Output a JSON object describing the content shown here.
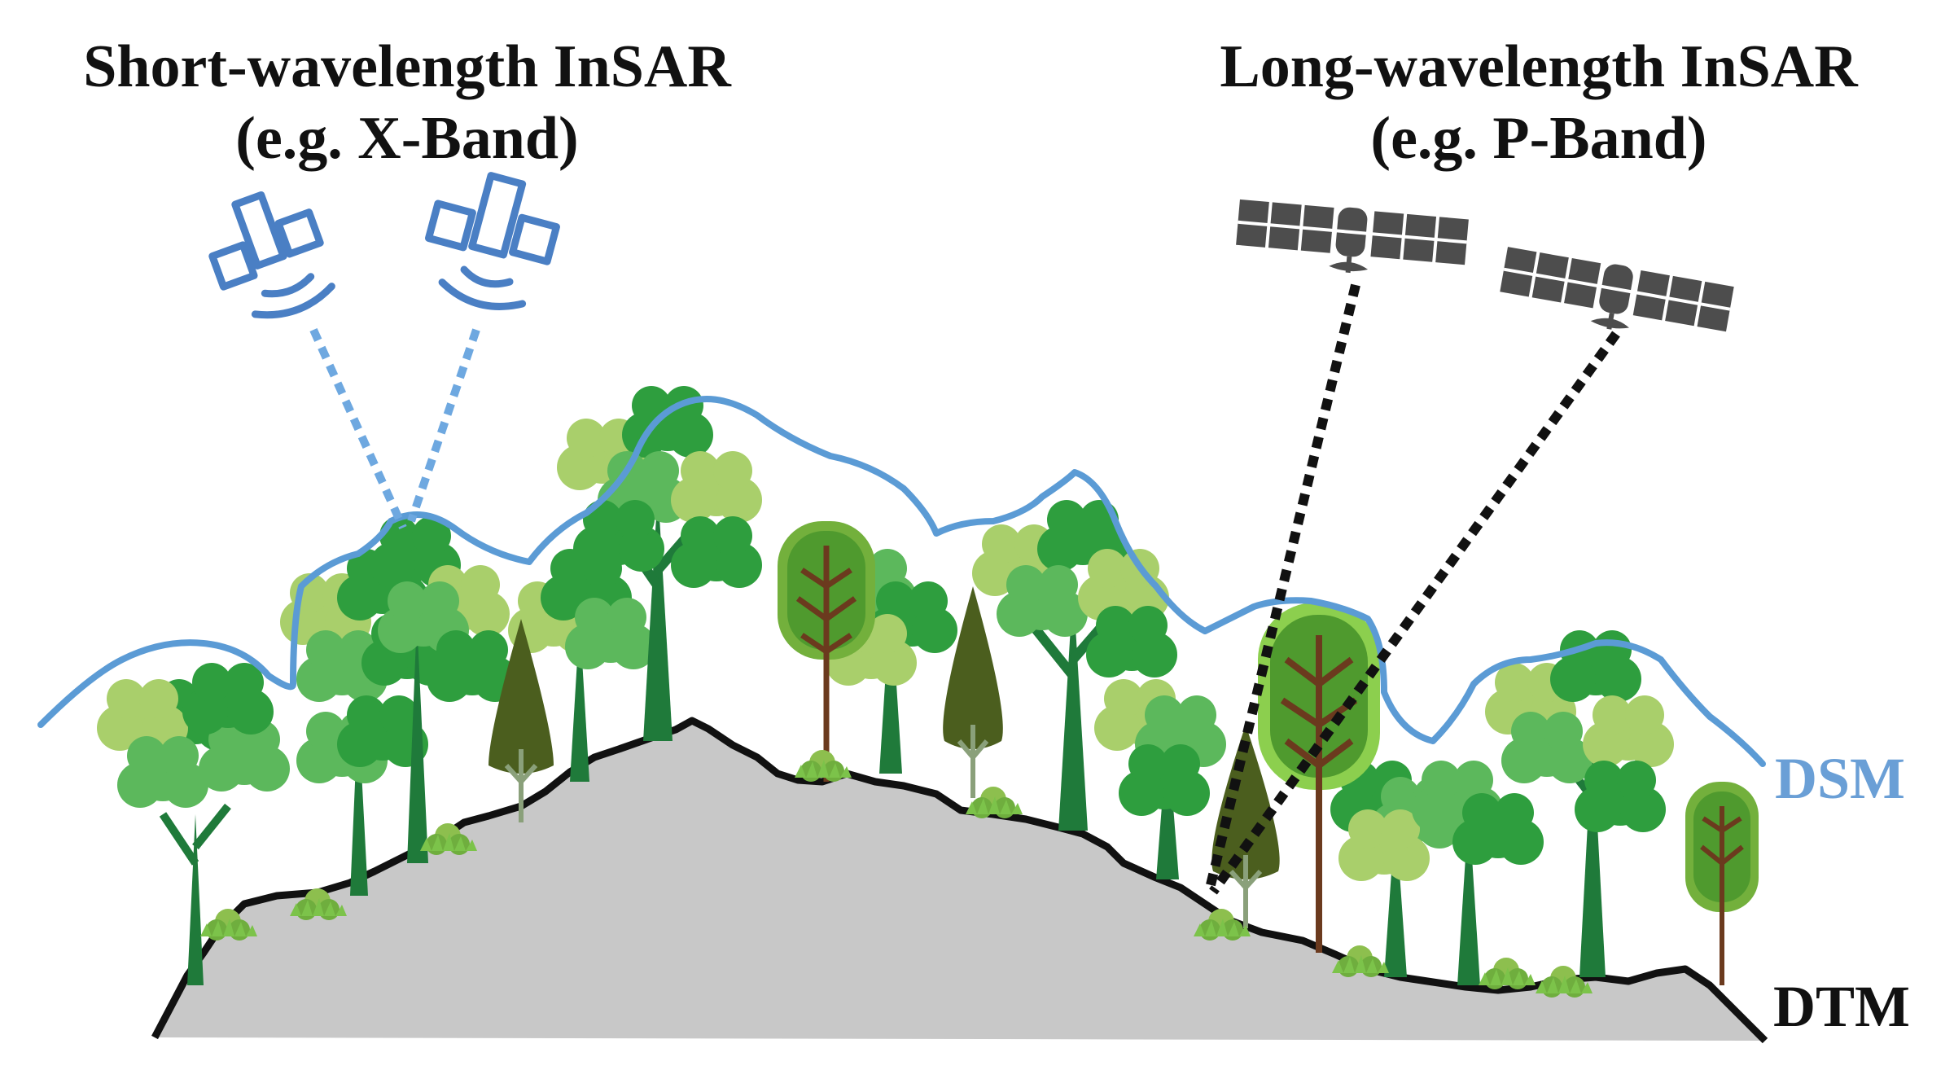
{
  "titles": {
    "short_line1": "Short-wavelength InSAR",
    "short_line2": "(e.g. X-Band)",
    "long_line1": "Long-wavelength InSAR",
    "long_line2": "(e.g. P-Band)"
  },
  "labels": {
    "dsm": "DSM",
    "dtm": "DTM"
  },
  "colors": {
    "dsm_line": "#5b9bd5",
    "short_sat": "#4a7fc4",
    "short_beam": "#6ea8e0",
    "long_sat": "#4d4d4d",
    "long_beam": "#111111",
    "terrain_fill": "#c8c8c8",
    "terrain_outline": "#111111",
    "canopy_dark": "#2e9e3e",
    "canopy_mid": "#5cb85c",
    "canopy_light": "#a9cf6b",
    "trunk": "#1f7a3a",
    "conifer_dark": "#4b5e1e",
    "conifer_light": "#73b03c",
    "brown_trunk": "#6b3a1e"
  },
  "icons": {
    "short_satellite": "satellite-signal-icon",
    "long_satellite": "satellite-icon"
  }
}
